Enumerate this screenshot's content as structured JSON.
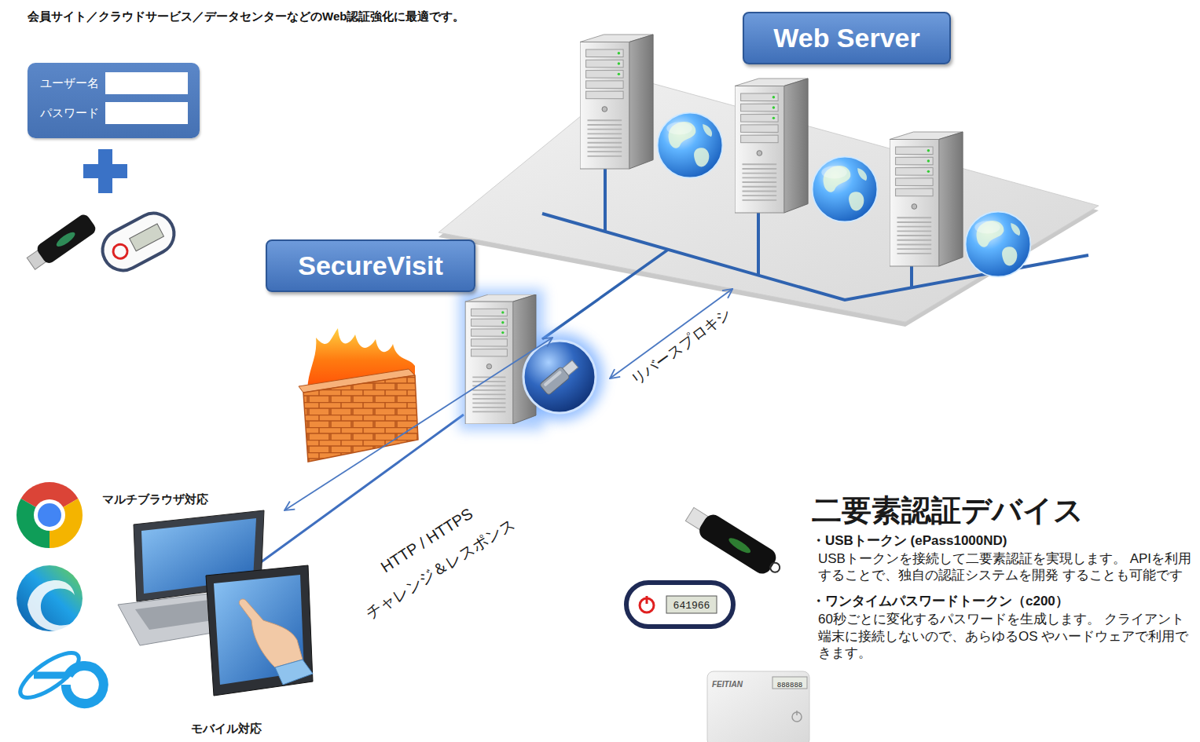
{
  "diagram": {
    "title": "会員サイト／クラウドサービス／データセンターなどのWeb認証強化に最適です。",
    "nodes": [
      {
        "text": [
          "ユーザー名",
          "パスワード"
        ]
      },
      {
        "text": [
          "Web Server"
        ]
      },
      {
        "text": [
          "SecureVisit"
        ]
      }
    ],
    "edges": [
      {
        "from": 2,
        "to": 1,
        "arrow": "both",
        "label": "リバースプロキシ"
      }
    ],
    "labels": [
      "HTTP / HTTPS",
      "チャレンジ＆レスポンス",
      "マルチブラウザ対応",
      "モバイル対応",
      "二要素認証デバイス",
      "・USBトークン (ePass1000ND)",
      "USBトークンを接続して二要素認証を実現します。 APIを利用することで、独自の認証システムを開発 することも可能です",
      "・ワンタイムパスワードトークン（c200）",
      "60秒ごとに変化するパスワードを生成します。 クライアント端末に接続しないので、あらゆるOS やハードウェアで利用できます。",
      "641966",
      "FEITIAN",
      "888888"
    ]
  }
}
